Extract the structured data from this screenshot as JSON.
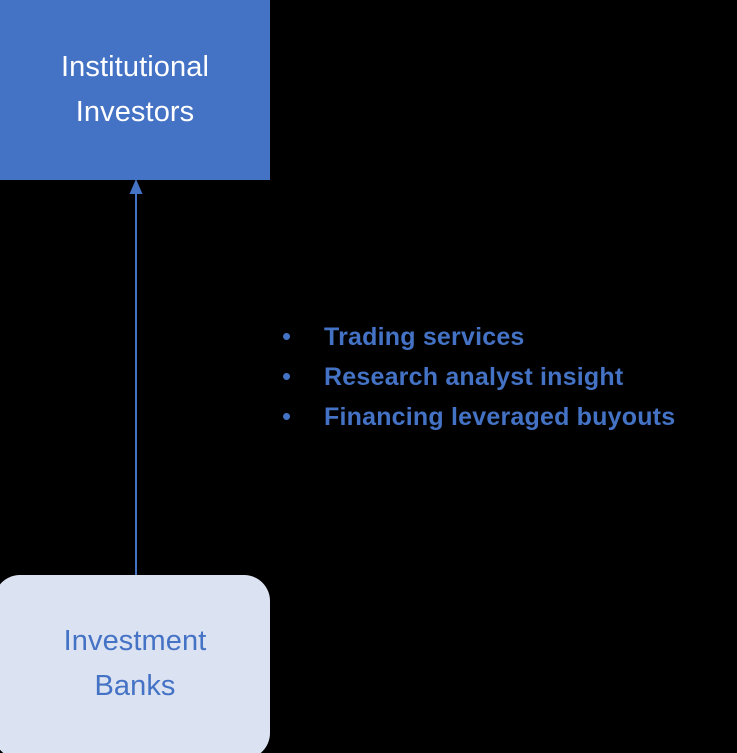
{
  "diagram": {
    "background_color": "#000000",
    "nodes": [
      {
        "id": "institutional-investors",
        "lines": [
          "Institutional",
          "Investors"
        ],
        "fill_color": "#4472C4",
        "text_color": "#FFFFFF",
        "shape": "rectangle"
      },
      {
        "id": "investment-banks",
        "lines": [
          "Investment",
          "Banks"
        ],
        "fill_color": "#DBE2F2",
        "text_color": "#4472C4",
        "shape": "rounded-rectangle"
      }
    ],
    "connector": {
      "id": "banks-to-investors-arrow",
      "direction": "up",
      "color": "#4472C4",
      "from": "investment-banks",
      "to": "institutional-investors"
    },
    "bullets": {
      "marker": "•",
      "color": "#4472C4",
      "items": [
        "Trading services",
        "Research analyst insight",
        "Financing leveraged buyouts"
      ]
    }
  }
}
